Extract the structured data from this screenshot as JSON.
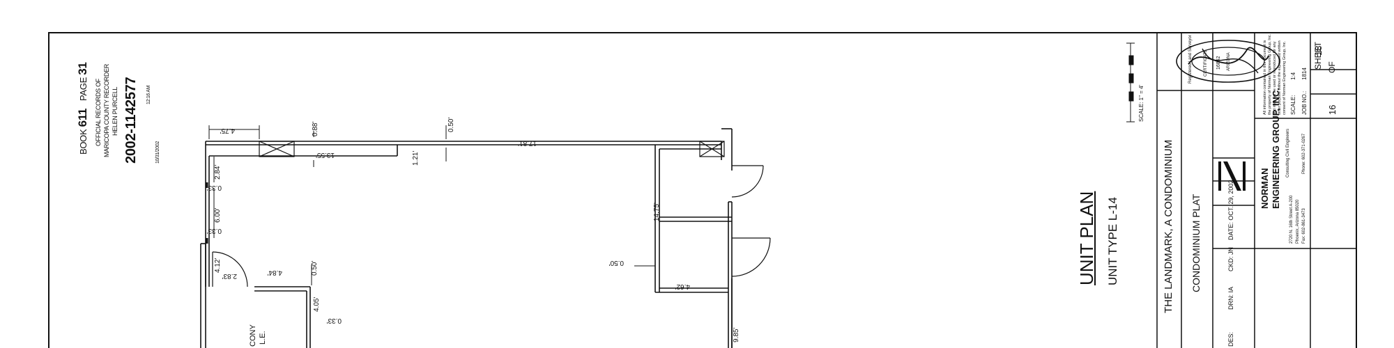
{
  "recorder": {
    "book_label": "BOOK",
    "book_value": "611",
    "page_label": "PAGE",
    "page_value": "31",
    "line1": "OFFICIAL RECORDS OF",
    "line2": "MARICOPA COUNTY RECORDER",
    "line3": "HELEN PURCELL",
    "doc_number": "2002-1142577",
    "time": "12:16 AM",
    "date": "10/31/2002"
  },
  "plan": {
    "dims": {
      "d_475": "4.75'",
      "d_088": "0.88'",
      "d_050_top": "0.50'",
      "d_1355": "13.55'",
      "d_121": "1.21'",
      "d_1781": "17.81'",
      "d_284": "2.84'",
      "d_033_a": "0.33'",
      "d_600": "6.00'",
      "d_033_b": "0.33'",
      "d_412": "4.12'",
      "d_283": "2.83'",
      "d_484": "4.84'",
      "d_050_mid": "0.50'",
      "d_405": "4.05'",
      "d_033_c": "0.33'",
      "d_1475": "14.75'",
      "d_050_right": "0.50'",
      "d_462": "4.62'",
      "d_985": "9.85'"
    },
    "room_label_a": "CONY",
    "room_label_b": "L.E."
  },
  "title_block": {
    "heading": "UNIT PLAN",
    "unit_type": "UNIT TYPE L-14",
    "scale_text": "SCALE: 1\" = 4'",
    "project": "THE LANDMARK, A CONDOMINIUM",
    "plat": "CONDOMINIUM PLAT",
    "des": "DES:",
    "drn": "DRN: IA",
    "ckd": "CKD: JN",
    "date": "DATE: OCT. 29, 2002",
    "firm_line1": "NORMAN",
    "firm_line2": "ENGINEERING GROUP, INC.",
    "firm_tag": "Consulting Civil Engineers",
    "address1": "2720 N. 16th Street A-200",
    "address2": "Phoenix, Arizona 85020",
    "fax": "Fax: 602-861-3473",
    "phone": "Phone: 602-371-0267",
    "notice1": "All information contained in this document is",
    "notice2": "the property of Norman Engineering Group, Inc.",
    "notice3": "and may not be used or reproduced for any",
    "notice4": "other purpose without the expressed written",
    "notice5": "consent of Norman Engineering Group, Inc.",
    "scale_label": "SCALE:",
    "scale_val": "1:4",
    "job_label": "JOB NO.:",
    "job_val": "1814",
    "sheet_label": "SHEET",
    "sheet_num": "16",
    "sheet_of": "OF",
    "sheet_total": "18"
  },
  "seal": {
    "ring": "Registered Land Surveyor",
    "cert": "CERTIFICATE",
    "num": "16852",
    "state": "ARIZONA"
  }
}
